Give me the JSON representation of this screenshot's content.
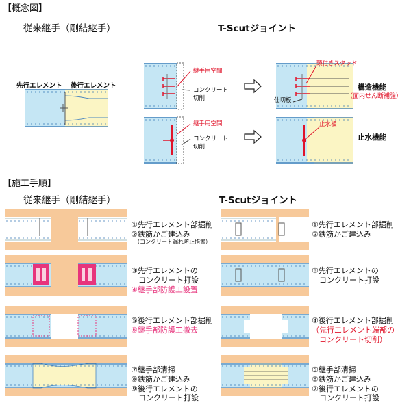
{
  "concept": {
    "header": "【概念図】",
    "conventional_title": "従来継手（剛結継手）",
    "tscut_title": "T-Scutジョイント",
    "leading_element": "先行エレメント",
    "trailing_element": "後行エレメント",
    "joint_space_1": "継手用空間",
    "concrete_cut_1": "コンクリート",
    "concrete_cut_1b": "切削",
    "joint_space_2": "継手用空間",
    "concrete_cut_2": "コンクリート",
    "concrete_cut_2b": "切削",
    "headed_stud": "頭付きスタッド",
    "partition_plate": "仕切板",
    "structural_function": "構造機能",
    "structural_note": "（面内せん断補強）",
    "waterstop_plate": "止水板",
    "waterstop_function": "止水機能"
  },
  "procedure": {
    "header": "【施工手順】",
    "conventional_title": "従来継手（剛結継手）",
    "tscut_title": "T-Scutジョイント",
    "conv_steps": [
      [
        "①先行エレメント部掘削",
        "②鉄筋かご建込み",
        "（コンクリート漏れ防止措置）"
      ],
      [
        "③先行エレメントの",
        "コンクリート打設",
        "④継手部防護工設置"
      ],
      [
        "⑤後行エレメント部掘削",
        "⑥継手部防護工撤去"
      ],
      [
        "⑦継手部清掃",
        "⑧鉄筋かご建込み",
        "⑨後行エレメントの",
        "コンクリート打設"
      ]
    ],
    "tscut_steps": [
      [
        "①先行エレメント部掘削",
        "②鉄筋かご建込み"
      ],
      [
        "③先行エレメントの",
        "コンクリート打設"
      ],
      [
        "④後行エレメント部掘削",
        "（先行エレメント端部の",
        "コンクリート切削）"
      ],
      [
        "⑤継手部清掃",
        "⑥鉄筋かご建込み",
        "⑦後行エレメントの",
        "コンクリート打設"
      ]
    ]
  },
  "colors": {
    "ground": "#f7c99a",
    "leading": "#c5e6f4",
    "trailing": "#fbf5c4",
    "protect": "#e7347c",
    "red": "#e0142a"
  }
}
